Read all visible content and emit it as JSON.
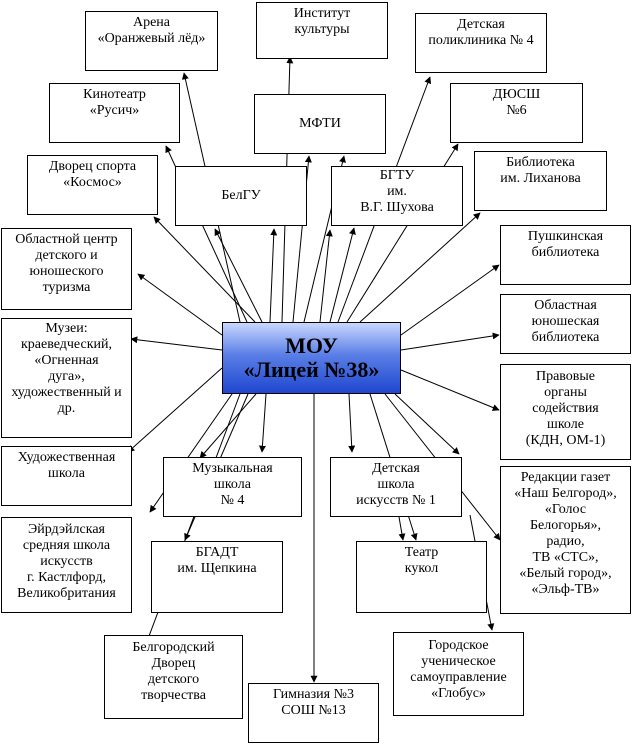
{
  "center": {
    "label": "МОУ\n«Лицей №38»"
  },
  "nodes": {
    "arena": "Арена\n«Оранжевый лёд»",
    "institut": "Институт\nкультуры",
    "poliklinika": "Детская\nполиклиника № 4",
    "kinoteatr": "Кинотеатр\n«Русич»",
    "mfti": "МФТИ",
    "dyussh": "ДЮСШ\n№6",
    "dvorec_sporta": "Дворец спорта\n«Космос»",
    "belgu": "БелГУ",
    "bgtu": "БГТУ\nим.\nВ.Г. Шухова",
    "biblioteka_likhanova": "Библиотека\nим. Лиханова",
    "turizm": "Областной центр\nдетского и\nюношеского\nтуризма",
    "pushkinskaya": "Пушкинская\nбиблиотека",
    "muzei": "Музеи:\nкраеведческий,\n«Огненная\nдуга»,\nхудожественный и\nдр.",
    "yunosheskaya": "Областная\nюношеская\nбиблиотека",
    "pravovye": "Правовые\nорганы\nсодействия\nшколе\n(КДН, ОМ-1)",
    "khud_shkola": "Художественная\nшкола",
    "muz_shkola": "Музыкальная\nшкола\n№ 4",
    "shkola_iskusstv": "Детская\nшкола\nискусств  № 1",
    "redakcii": "Редакции газет\n«Наш Белгород»,\n«Голос\nБелогорья»,\nрадио,\nТВ «СТС»,\n«Белый город»,\n«Эльф-ТВ»",
    "eyrdeyl": "Эйрдэйлская\nсредняя школа\nискусств\nг. Кастлфорд,\nВеликобритания",
    "bgadt": "БГАДТ\nим. Щепкина",
    "teatr_kukol": "Театр\nкукол",
    "dvorec_tvorchestva": "Белгородский\nДворец\nдетского\nтворчества",
    "gimnaziya": "Гимназия №3\nСОШ №13",
    "samoupravlenie": "Городское\nученическое\nсамоуправление\n«Глобус»"
  }
}
